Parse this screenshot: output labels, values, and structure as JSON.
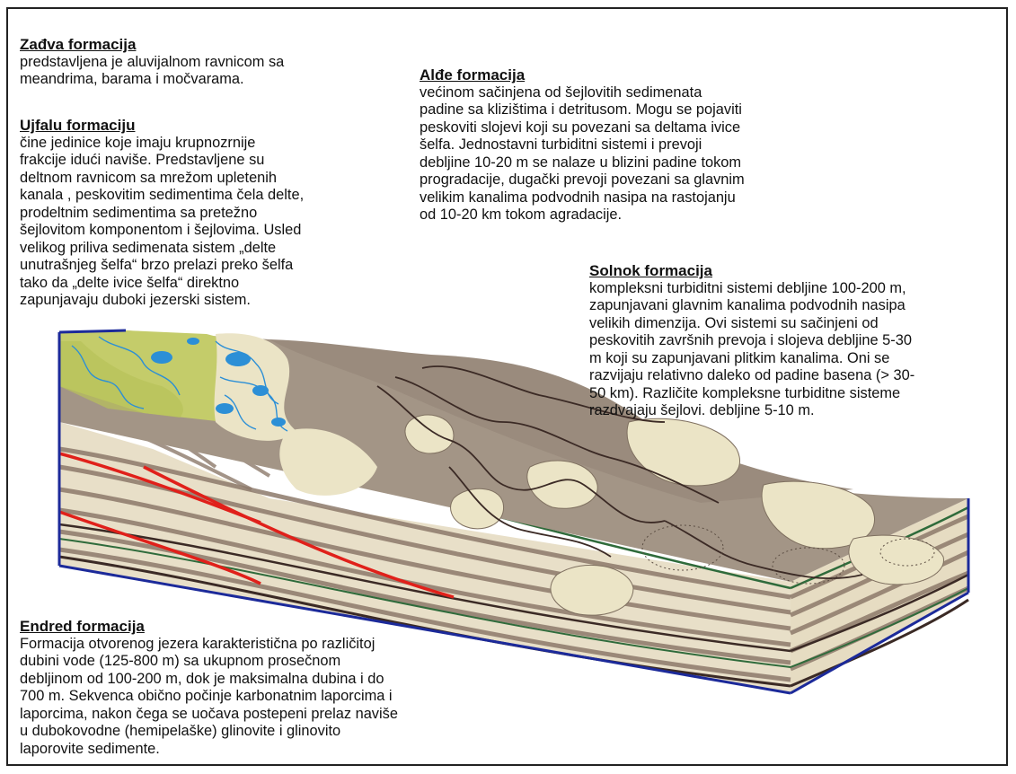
{
  "formations": {
    "zadva": {
      "title": "Zađva formacija",
      "body": "predstavljena je aluvijalnom ravnicom sa\nmeandrima, barama i močvarama."
    },
    "ujfalu": {
      "title": "Ujfalu formaciju",
      "body": "čine jedinice koje imaju krupnozrnije\nfrakcije idući naviše. Predstavljene su\ndeltnom ravnicom sa mrežom upletenih\nkanala , peskovitim sedimentima čela delte,\nprodeltnim sedimentima sa pretežno\nšejlovitom komponentom i šejlovima. Usled\nvelikog priliva sedimenata sistem „delte\nunutrašnjeg šelfa“ brzo prelazi preko šelfa\ntako da „delte ivice šelfa“ direktno\nzapunjavaju duboki jezerski sistem."
    },
    "alde": {
      "title": "Alđe formacija",
      "body": "većinom sačinjena od šejlovitih sedimenata\npadine sa klizištima i detritusom. Mogu se pojaviti\npeskoviti slojevi  koji su povezani sa deltama ivice\nšelfa. Jednostavni turbiditni sistemi i prevoji\ndebljine 10-20 m se nalaze u blizini padine tokom\nprogradacije, dugački prevoji povezani sa glavnim\nvelikim kanalima podvodnih nasipa na rastojanju\nod 10-20 km tokom agradacije."
    },
    "solnok": {
      "title": "Solnok formacija",
      "body": "kompleksni turbiditni sistemi debljine 100-200 m,\nzapunjavani glavnim kanalima podvodnih nasipa\nvelikih dimenzija. Ovi sistemi su sačinjeni od\npeskovitih završnih prevoja i slojeva debljine 5-30\nm koji su zapunjavani  plitkim kanalima. Oni se\nrazvijaju relativno daleko od padine basena (> 30-\n50 km). Različite kompleksne turbiditne sisteme\nrazdvajaju šejlovi. debljine 5-10 m."
    },
    "endred": {
      "title": "Endred formacija",
      "body": "Formacija otvorenog jezera karakteristična po različitoj\ndubini vode (125-800 m) sa ukupnom prosečnom\ndebljinom od 100-200 m, dok je maksimalna dubina i do\n700 m. Sekvenca obično počinje karbonatnim laporcima i\nlaporcima, nakon čega se uočava postepeni prelaz naviše\nu dubokovodne (hemipelaške) glinovite i glinovito\nlaporovite sedimente."
    }
  },
  "colors": {
    "surface_mud": "#a39586",
    "surface_light": "#c8b8a6",
    "sand": "#ebe4c6",
    "delta_green": "#c4cc6a",
    "water_blue": "#2c8fd6",
    "frame_blue": "#1c2a9a",
    "fault_red": "#e0201a",
    "layer_green": "#2f6b3b",
    "layer_dark": "#3b2a25"
  }
}
